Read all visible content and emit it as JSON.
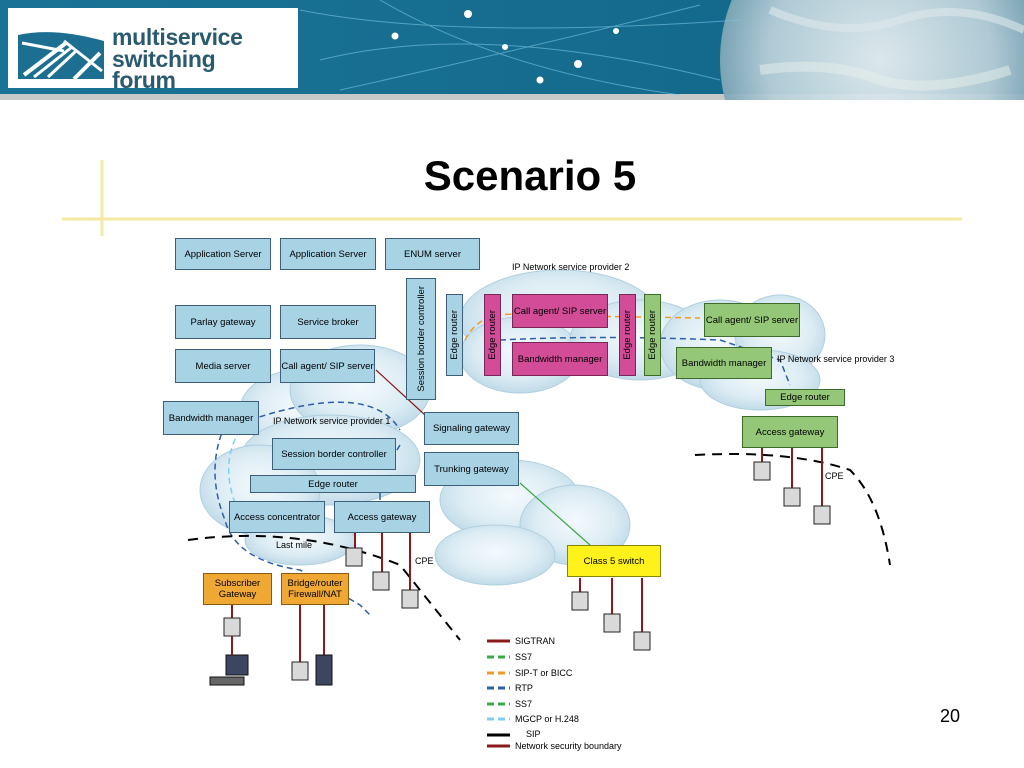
{
  "header": {
    "logo_lines": [
      "multiservice",
      "switching",
      "forum"
    ]
  },
  "slide": {
    "title": "Scenario 5",
    "number": "20"
  },
  "colors": {
    "banner_blue": "#1b6f8f",
    "gold_rule": "#f4e9a2",
    "box_blue": "#a8d3e5",
    "box_pink": "#d24c98",
    "box_green": "#94c777",
    "box_orange": "#efa833",
    "box_yellow": "#fff21a"
  },
  "boxes": {
    "app_server_1": "Application Server",
    "app_server_2": "Application Server",
    "enum_server": "ENUM server",
    "parlay_gateway": "Parlay gateway",
    "service_broker": "Service broker",
    "media_server": "Media server",
    "call_agent_1": "Call agent/ SIP server",
    "bandwidth_manager_1": "Bandwidth manager",
    "session_border_vertical": "Session border controller",
    "signaling_gateway": "Signaling gateway",
    "session_border_controller": "Session border controller",
    "trunking_gateway": "Trunking gateway",
    "edge_router_1": "Edge router",
    "access_concentrator": "Access concentrator",
    "access_gateway_1": "Access gateway",
    "subscriber_gateway": "Subscriber Gateway",
    "bridge_router": "Bridge/router Firewall/NAT",
    "class5_switch": "Class 5 switch",
    "edge_router_v1": "Edge router",
    "edge_router_v2": "Edge router",
    "call_agent_2": "Call agent/ SIP server",
    "bandwidth_manager_2": "Bandwidth manager",
    "edge_router_v3": "Edge router",
    "edge_router_v4": "Edge router",
    "call_agent_3": "Call agent/ SIP server",
    "bandwidth_manager_3": "Bandwidth manager",
    "edge_router_2": "Edge router",
    "access_gateway_2": "Access gateway"
  },
  "labels": {
    "provider_1": "IP Network service provider 1",
    "provider_2": "IP Network service provider 2",
    "provider_3": "IP Network service provider 3",
    "last_mile": "Last mile",
    "cpe_1": "CPE",
    "cpe_2": "CPE"
  },
  "legend": [
    {
      "label": "SIGTRAN",
      "color": "#8b1a1a",
      "dashed": false
    },
    {
      "label": "SS7",
      "color": "#3aa847",
      "dashed": true
    },
    {
      "label": "SIP-T or BICC",
      "color": "#f09a2a",
      "dashed": true
    },
    {
      "label": "RTP",
      "color": "#2d5fa8",
      "dashed": true
    },
    {
      "label": "SS7",
      "color": "#3aa847",
      "dashed": true
    },
    {
      "label": "MGCP or H.248",
      "color": "#7fd0ec",
      "dashed": true
    },
    {
      "label": "SIP",
      "color": "#000000",
      "dashed": false
    },
    {
      "label": "Network security boundary",
      "color": "#8b1a1a",
      "dashed": false
    }
  ]
}
